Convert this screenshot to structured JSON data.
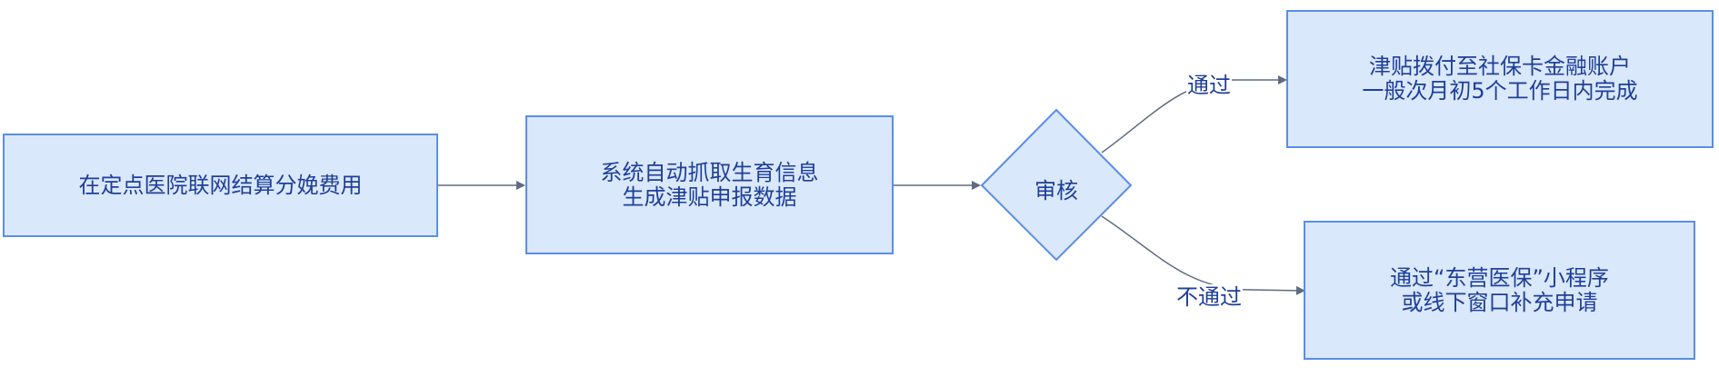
{
  "diagram": {
    "nodes": {
      "settle": {
        "lines": [
          "在定点医院联网结算分娩费用"
        ]
      },
      "capture": {
        "lines": [
          "系统自动抓取生育信息",
          "生成津贴申报数据"
        ]
      },
      "review": {
        "label": "审核"
      },
      "pay": {
        "lines": [
          "津贴拨付至社保卡金融账户",
          "一般次月初5个工作日内完成"
        ]
      },
      "supplement": {
        "lines": [
          "通过“东营医保”小程序",
          "或线下窗口补充申请"
        ]
      }
    },
    "edges": {
      "pass": {
        "label": "通过"
      },
      "fail": {
        "label": "不通过"
      }
    }
  },
  "colors": {
    "node_fill": "#dae8fc",
    "node_border": "#5a8ee6",
    "text": "#1f3f99",
    "edge": "#5f6b80"
  }
}
